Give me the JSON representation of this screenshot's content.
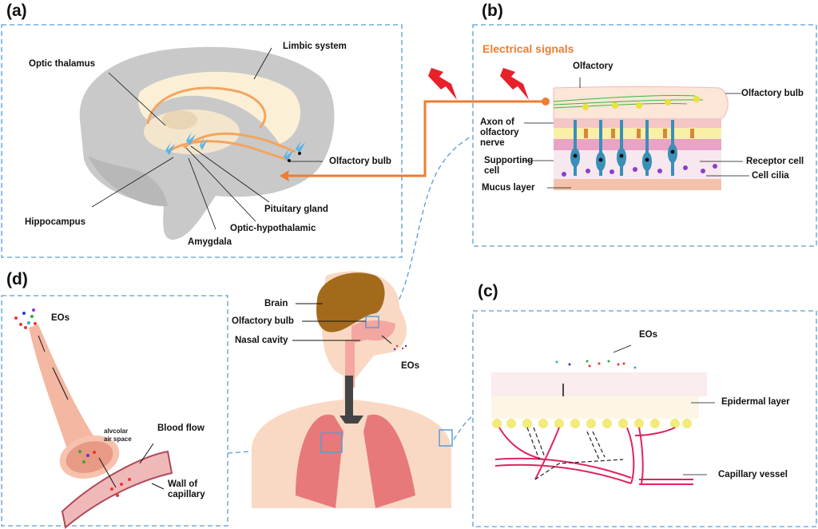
{
  "panels": {
    "a": {
      "tag": "(a)",
      "labels": {
        "limbic_system": "Limbic system",
        "optic_thalamus": "Optic thalamus",
        "olfactory_bulb": "Olfactory bulb",
        "pituitary_gland": "Pituitary gland",
        "optic_hypothalamic": "Optic-hypothalamic",
        "amygdala": "Amygdala",
        "hippocampus": "Hippocampus"
      }
    },
    "b": {
      "tag": "(b)",
      "electrical_signals": "Electrical signals",
      "labels": {
        "olfactory": "Olfactory",
        "olfactory_bulb": "Olfactory bulb",
        "axon_line1": "Axon of",
        "axon_line2": "olfactory",
        "axon_line3": "nerve",
        "supporting_line1": "Supporting",
        "supporting_line2": "cell",
        "receptor_cell": "Receptor cell",
        "cell_cilia": "Cell cilia",
        "mucus_layer": "Mucus layer"
      }
    },
    "c": {
      "tag": "(c)",
      "labels": {
        "eos": "EOs",
        "epidermal_layer": "Epidermal layer",
        "capillary_vessel": "Capillary vessel"
      }
    },
    "d": {
      "tag": "(d)",
      "labels": {
        "eos": "EOs",
        "alveolar_line1": "alvcolar",
        "alveolar_line2": "air space",
        "blood_flow": "Blood flow",
        "wall_line1": "Wall of",
        "wall_line2": "capillary"
      }
    },
    "center": {
      "labels": {
        "brain": "Brain",
        "olfactory_bulb": "Olfactory bulb",
        "nasal_cavity": "Nasal cavity",
        "eos": "EOs"
      }
    }
  },
  "colors": {
    "dashed_border": "#5b9bd5",
    "signal_orange": "#ed7d31",
    "lightning_red": "#e8202a",
    "brain_gray": "#c8c8c8",
    "brain_brown": "#a36a1c",
    "lung_pink": "#e8797a",
    "skin": "#f9d9c4",
    "capillary": "#e0245e"
  }
}
